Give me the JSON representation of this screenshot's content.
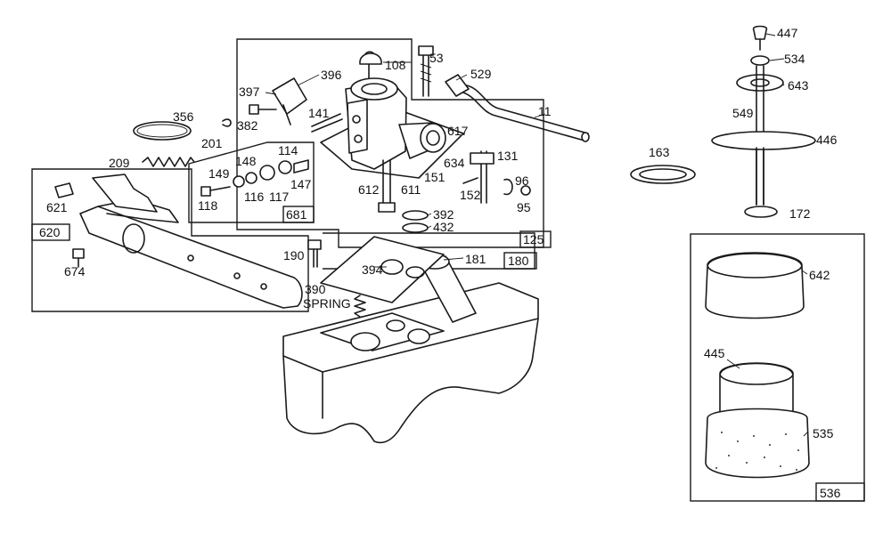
{
  "diagram": {
    "part_labels": {
      "p447": "447",
      "p534": "534",
      "p643": "643",
      "p549": "549",
      "p446": "446",
      "p172": "172",
      "p163": "163",
      "p642": "642",
      "p445": "445",
      "p535": "535",
      "p536": "536",
      "p108": "108",
      "p53": "53",
      "p529": "529",
      "p11": "11",
      "p396": "396",
      "p397": "397",
      "p382": "382",
      "p356": "356",
      "p201": "201",
      "p141": "141",
      "p617": "617",
      "p114": "114",
      "p148": "148",
      "p149": "149",
      "p147": "147",
      "p116": "116",
      "p117": "117",
      "p118": "118",
      "p681": "681",
      "p209": "209",
      "p634": "634",
      "p131": "131",
      "p151": "151",
      "p152": "152",
      "p612": "612",
      "p611": "611",
      "p96": "96",
      "p95": "95",
      "p392": "392",
      "p432": "432",
      "p125": "125",
      "p621": "621",
      "p620": "620",
      "p674": "674",
      "p190": "190",
      "p394": "394",
      "p181": "181",
      "p180": "180",
      "p390": "390",
      "spring": "SPRING"
    },
    "colors": {
      "ink": "#1a1a1a",
      "paper": "#ffffff"
    }
  }
}
